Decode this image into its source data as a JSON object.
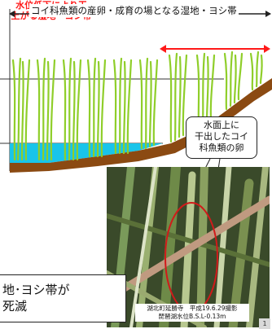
{
  "header": {
    "caption": "コイ科魚類の産卵・成育の場となる湿地・ヨシ帯"
  },
  "annotation": {
    "red_line1": "水位低下により干",
    "red_line2": "上がる湿地・ヨシ帯",
    "red_color": "#ff1a1a"
  },
  "callout": {
    "line1": "水面上に",
    "line2": "干出したコイ",
    "line3": "科魚類の卵"
  },
  "photo": {
    "caption_line1": "湖北町延勝寺　平成19.6.29撮影",
    "caption_line2": "琵琶湖水位B.S.L-0.13m"
  },
  "bottom_box": {
    "line1": "地･ヨシ帯が",
    "line2": "死滅"
  },
  "page": {
    "number": "1"
  },
  "colors": {
    "water": "#19c4ea",
    "soil": "#8b4a12",
    "reed": "#8fce2a",
    "reed_dark": "#5e9a1a",
    "highlight_circle": "#d11a1a"
  }
}
